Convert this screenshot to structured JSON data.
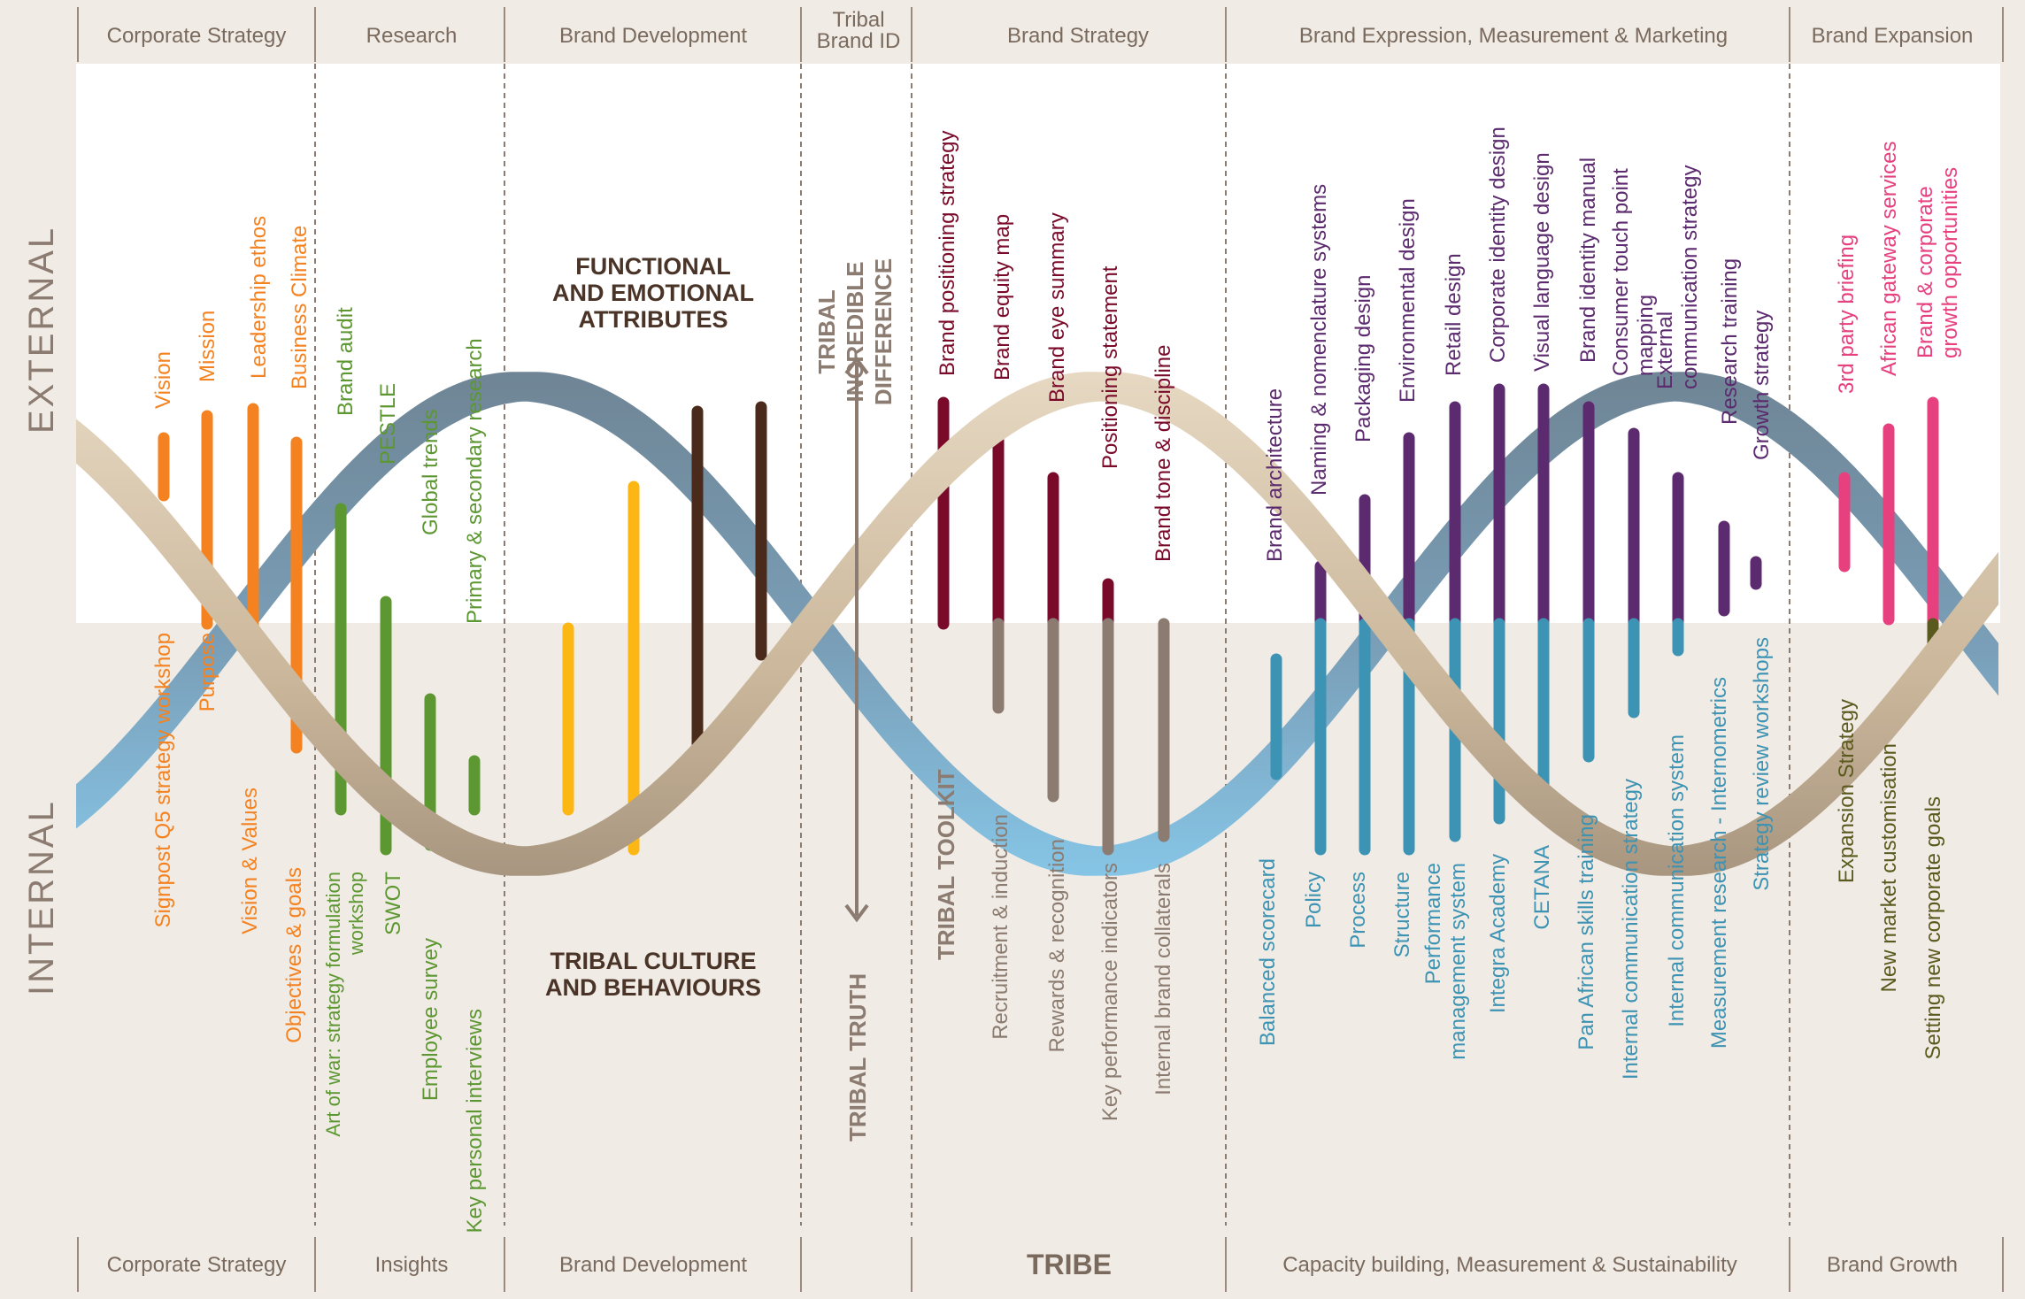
{
  "side_labels": {
    "external": "EXTERNAL",
    "internal": "INTERNAL"
  },
  "top_headers": [
    "Corporate Strategy",
    "Research",
    "Brand Development",
    "Tribal Brand ID",
    "Brand Strategy",
    "Brand Expression, Measurement & Marketing",
    "Brand Expansion"
  ],
  "bottom_headers": [
    "Corporate Strategy",
    "Insights",
    "Brand Development",
    "",
    "TRIBE",
    "Capacity building, Measurement & Sustainability",
    "Brand Growth"
  ],
  "center_text": {
    "functional": [
      "FUNCTIONAL",
      "AND EMOTIONAL",
      "ATTRIBUTES"
    ],
    "tribal_culture": [
      "TRIBAL CULTURE",
      "AND BEHAVIOURS"
    ],
    "tribal_incredible": [
      "TRIBAL",
      "INCREDIBLE",
      "DIFFERENCE"
    ],
    "tribal_truth": "TRIBAL TRUTH",
    "tribal_toolkit": "TRIBAL TOOLKIT"
  },
  "colors": {
    "orange": "#f58220",
    "green": "#5d9732",
    "yellow": "#fdb714",
    "dark_brown": "#4a2a1a",
    "maroon": "#7a0a2a",
    "taupe": "#8c7b70",
    "purple": "#5c2a6e",
    "teal": "#3d93b3",
    "pink": "#e6407f",
    "olive": "#5a5a1e",
    "grey_blue": "#7d8fa0",
    "beige": "#d9c8b0",
    "header_text": "#7a6a5e"
  },
  "labels": {
    "corporate_external": [
      "Vision",
      "Mission",
      "Leadership ethos",
      "Business Climate"
    ],
    "corporate_internal": [
      "Signpost Q5 strategy workshop",
      "Purpose",
      "Vision & Values",
      "Objectives & goals"
    ],
    "research_external": [
      "Brand audit",
      "PESTLE",
      "Global trends",
      "Primary & secondary research"
    ],
    "research_internal": [
      "Art of war: strategy formulation workshop",
      "SWOT",
      "Employee survey",
      "Key personal interviews"
    ],
    "brand_strategy_external": [
      "Brand positioning strategy",
      "Brand equity map",
      "Brand eye summary",
      "Positioning statement",
      "Brand tone & discipline"
    ],
    "brand_strategy_internal": [
      "Recruitment & induction",
      "Rewards & recognition",
      "Key performance indicators",
      "Internal brand collaterals"
    ],
    "expression_external": [
      "Brand architecture",
      "Naming & nomenclature systems",
      "Packaging design",
      "Environmental design",
      "Retail design",
      "Corporate identity design",
      "Visual language design",
      "Brand identity manual",
      "Consumer touch point mapping",
      "External communication strategy",
      "Research training",
      "Growth strategy"
    ],
    "expression_internal": [
      "Balanced scorecard",
      "Policy",
      "Process",
      "Structure",
      "Performance management system",
      "Integra Academy",
      "CETANA",
      "Pan African  skills training",
      "Internal communication strategy",
      "Internal communication system",
      "Measurement research - Internometrics",
      "Strategy review workshops"
    ],
    "expansion_external": [
      "3rd party briefing",
      "African gateway services",
      "Brand & corporate growth opportunities"
    ],
    "expansion_internal": [
      "Expansion Strategy",
      "New market customisation",
      "Setting new corporate goals"
    ]
  }
}
